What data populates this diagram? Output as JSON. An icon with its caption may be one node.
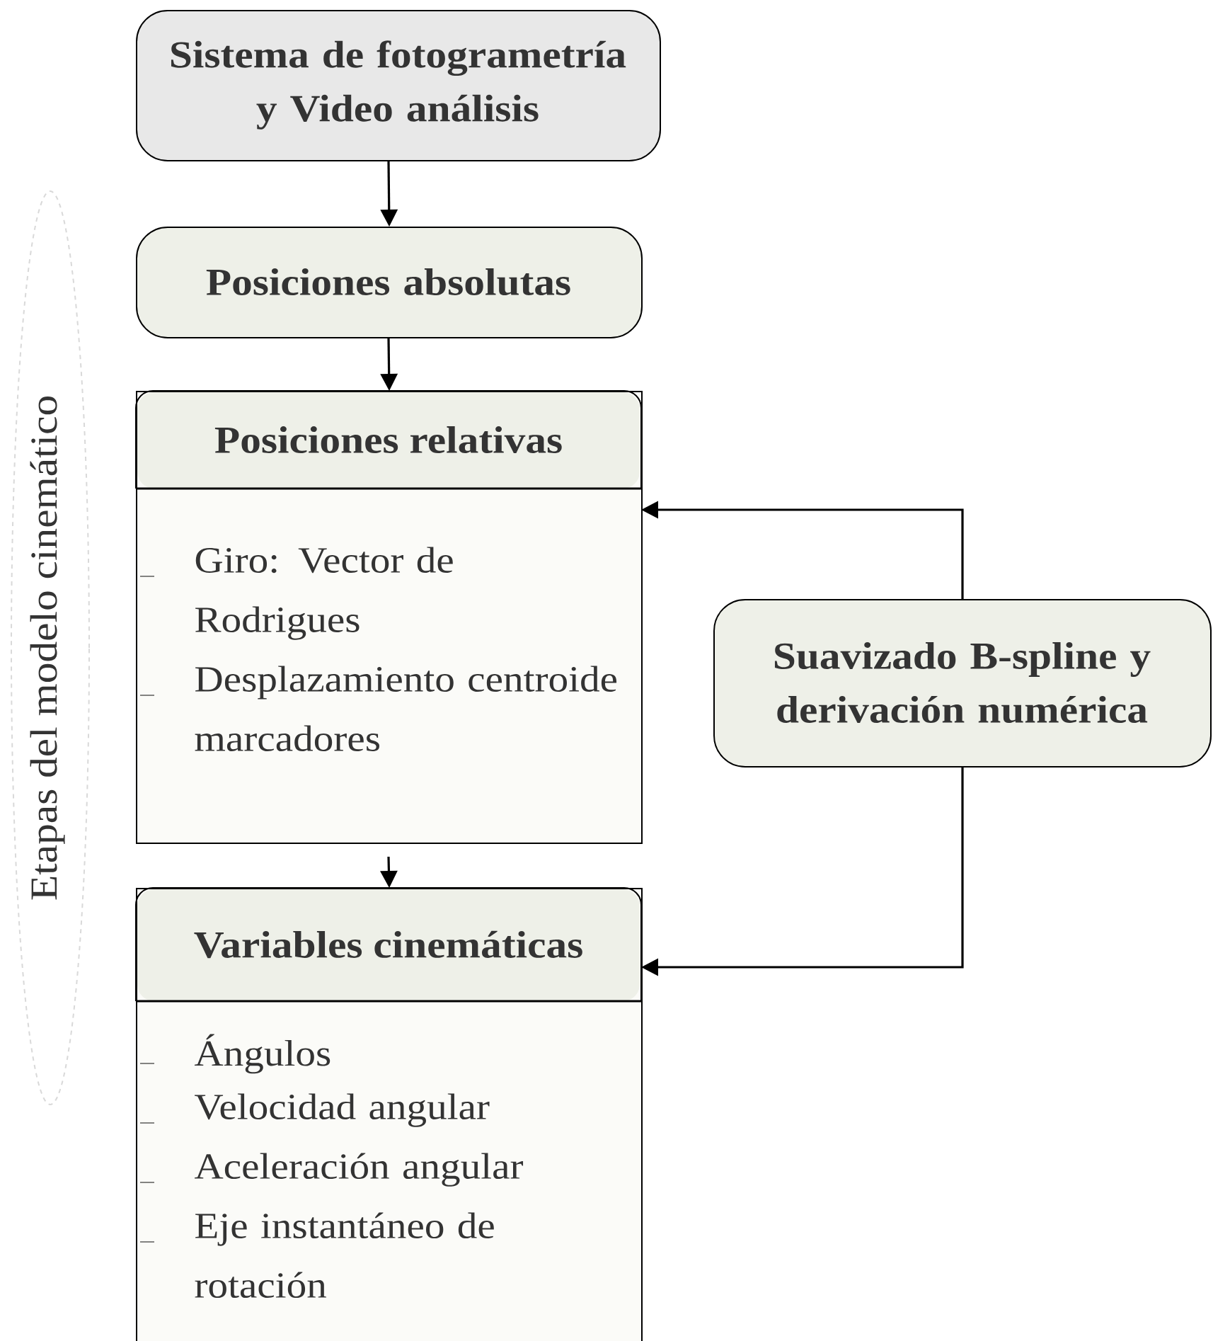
{
  "diagram": {
    "nodes": [
      {
        "text": [
          "Sistema de fotogrametría y Video análisis"
        ]
      },
      {
        "text": [
          "Posiciones absolutas"
        ]
      },
      {
        "text": [
          "Posiciones relativas",
          "Giro: Vector de Rodrigues",
          "Desplazamiento centroide marcadores"
        ]
      },
      {
        "text": [
          "Variables cinemáticas",
          "Ángulos",
          "Velocidad angular",
          "Aceleración angular",
          "Eje instantáneo de rotación"
        ]
      },
      {
        "text": [
          "Suavizado B-spline y derivación numérica"
        ]
      },
      {
        "text": [
          "Etapas del modelo cinemático"
        ]
      }
    ],
    "edges": [
      {
        "from": 0,
        "to": 1,
        "arrow": "to"
      },
      {
        "from": 1,
        "to": 2,
        "arrow": "to"
      },
      {
        "from": 2,
        "to": 3,
        "arrow": "to"
      },
      {
        "from": 4,
        "to": 2,
        "arrow": "to"
      },
      {
        "from": 4,
        "to": 3,
        "arrow": "to"
      }
    ]
  }
}
